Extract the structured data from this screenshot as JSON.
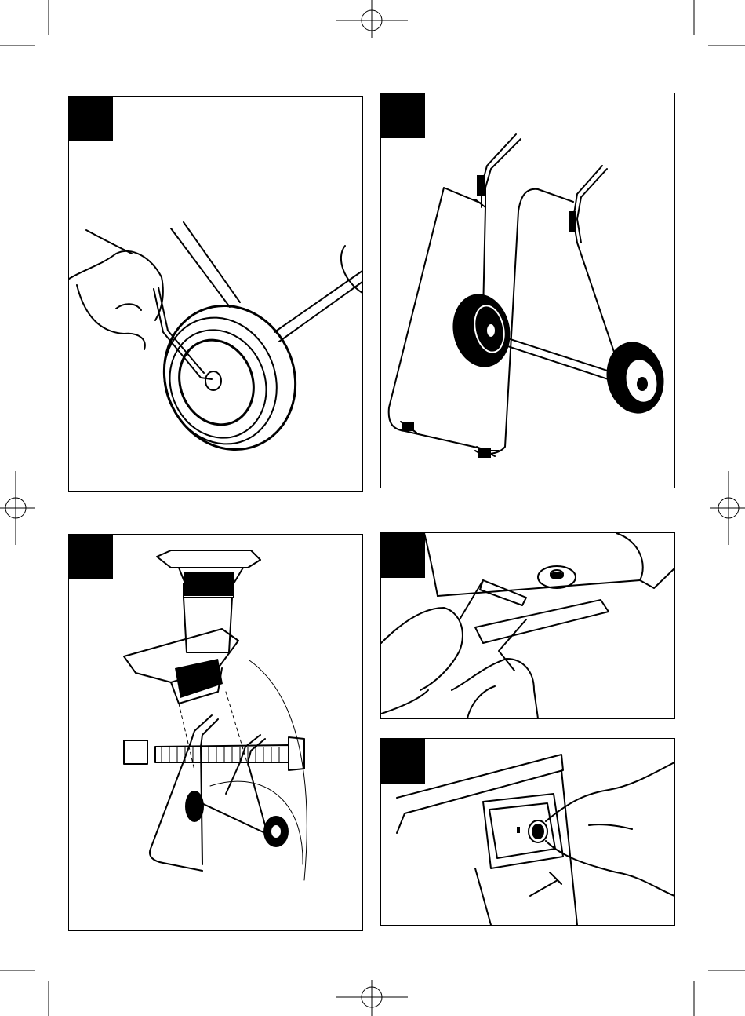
{
  "document": {
    "type": "assembly-instruction-illustration-page",
    "panels": [
      {
        "id": "panel-1",
        "content": "hand-fitting-wheel-with-hex-key",
        "badge": "black-square"
      },
      {
        "id": "panel-2",
        "content": "wheel-frame-stand",
        "badge": "black-square"
      },
      {
        "id": "panel-3",
        "content": "exploded-assembly-hopper-frame-bolt",
        "badge": "black-square"
      },
      {
        "id": "panel-4",
        "content": "hands-tightening-bolt-with-hex-key-and-spanner",
        "badge": "black-square"
      },
      {
        "id": "panel-5",
        "content": "hand-turning-switch-knob",
        "badge": "black-square"
      }
    ],
    "print_marks": [
      "registration-mark-top",
      "registration-mark-left",
      "registration-mark-right",
      "registration-mark-bottom",
      "crop-marks-corners"
    ]
  },
  "colors": {
    "ink": "#000000",
    "paper": "#ffffff"
  }
}
